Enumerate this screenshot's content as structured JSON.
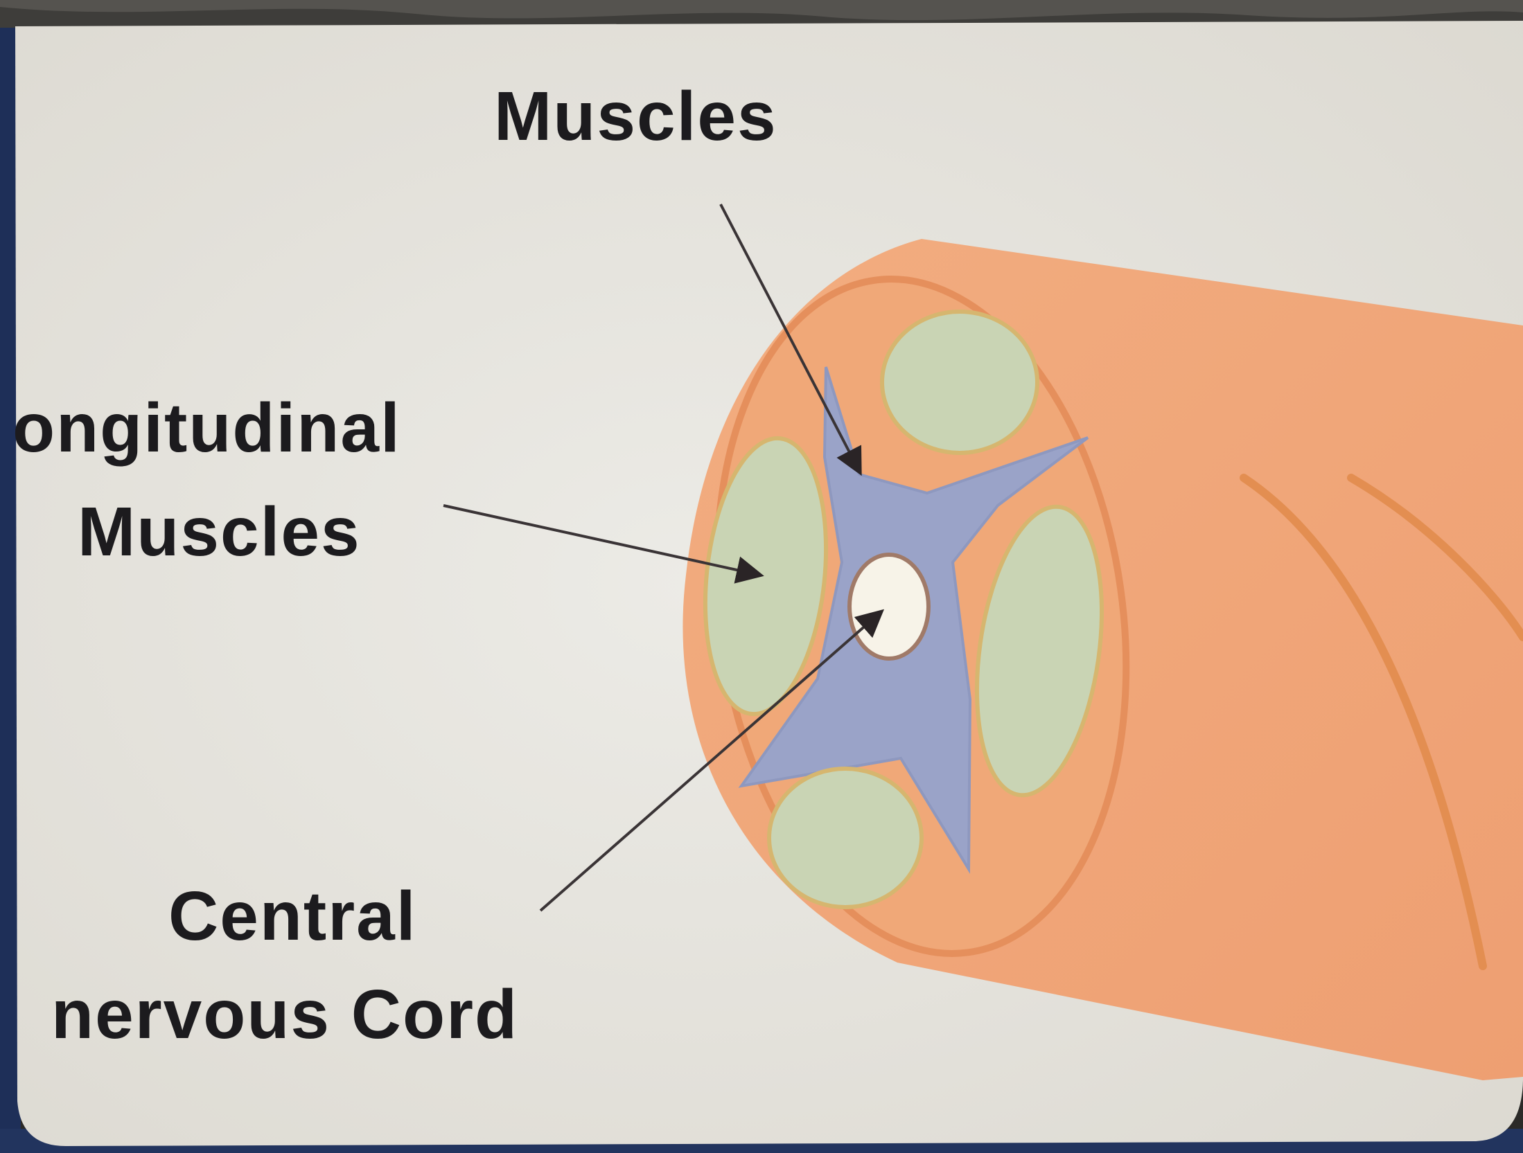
{
  "labels": {
    "muscles_top": "Muscles",
    "longitudinal_line1": "ongitudinal",
    "longitudinal_line2": "Muscles",
    "central_line1": "Central",
    "central_line2": "nervous Cord"
  },
  "colors": {
    "card_background": "#e9e6df",
    "body_tissue": "#f0a878",
    "body_outline": "#e58f5c",
    "muscle_block": "#c9d4b4",
    "central_star": "#9aa3c8",
    "nerve_cord": "#f7f3e8",
    "leader_line": "#3a3436",
    "left_edge_panel": "#1e2f58",
    "top_strip": "#3e3d3a"
  }
}
